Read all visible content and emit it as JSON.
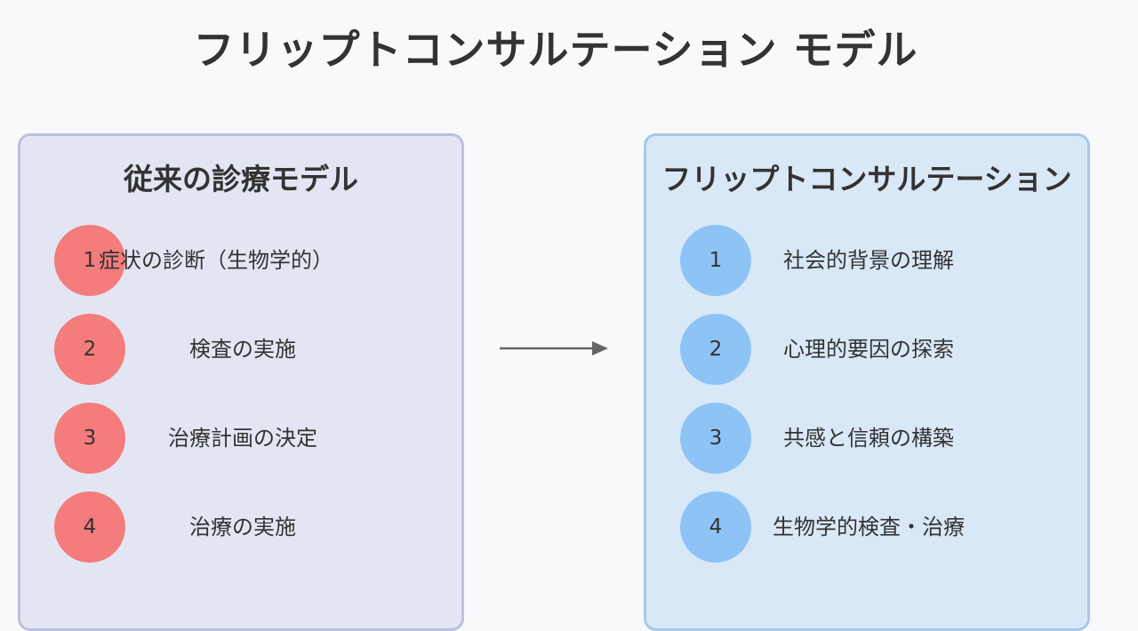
{
  "title": "フリップトコンサルテーション モデル",
  "left_panel": {
    "title": "従来の診療モデル",
    "steps": [
      {
        "num": "1",
        "label": "症状の診断（生物学的）"
      },
      {
        "num": "2",
        "label": "検査の実施"
      },
      {
        "num": "3",
        "label": "治療計画の決定"
      },
      {
        "num": "4",
        "label": "治療の実施"
      }
    ]
  },
  "right_panel": {
    "title": "フリップトコンサルテーション",
    "steps": [
      {
        "num": "1",
        "label": "社会的背景の理解"
      },
      {
        "num": "2",
        "label": "心理的要因の探索"
      },
      {
        "num": "3",
        "label": "共感と信頼の構築"
      },
      {
        "num": "4",
        "label": "生物学的検査・治療"
      }
    ]
  },
  "colors": {
    "left_circle": "#f47c7c",
    "right_circle": "#8ec3f5",
    "left_panel_bg": "#e3e6f2",
    "right_panel_bg": "#d9e8f7",
    "arrow": "#666666"
  },
  "icons": {
    "arrow": "right-arrow-icon"
  }
}
